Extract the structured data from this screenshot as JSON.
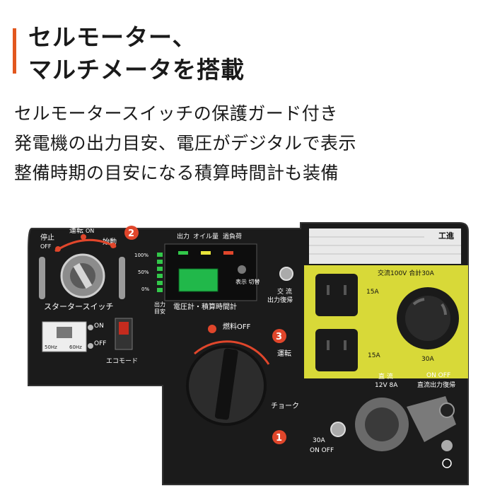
{
  "heading": {
    "line1": "セルモーター、",
    "line2": "マルチメータを搭載"
  },
  "bullets": [
    "セルモータースイッチの保護ガード付き",
    "発電機の出力目安、電圧がデジタルで表示",
    "整備時期の目安になる積算時間計も装備"
  ],
  "colors": {
    "accent": "#e2571e",
    "panel": "#1b1b1b",
    "outlet_panel": "#d8d938",
    "badge": "#e0462b",
    "lamp_green": "#32c84a",
    "display": "#21b84a"
  },
  "panel": {
    "starter": {
      "stop": "停止",
      "stop_en": "OFF",
      "run": "運転",
      "run_en": "ON",
      "start": "始動",
      "label": "スタータースイッチ",
      "badge": "2"
    },
    "meter": {
      "header": [
        "出力",
        "オイル量",
        "過負荷"
      ],
      "scale": [
        "100%",
        "50%",
        "0%"
      ],
      "side_label_1": "出力",
      "side_label_2": "目安",
      "display_button": "表示\n切替",
      "caption": "電圧計・積算時間計"
    },
    "reset": {
      "label_1": "交 流",
      "label_2": "出力復帰"
    },
    "freq": {
      "hz50": "50Hz",
      "hz60": "60Hz"
    },
    "eco": {
      "on": "ON",
      "off": "OFF",
      "label": "エコモード"
    },
    "fuel": {
      "label": "燃料OFF",
      "run": "運転",
      "choke": "チョーク",
      "badge_run": "3",
      "badge_choke": "1"
    },
    "ac": {
      "title": "交流100V 合計30A",
      "outlet_1": "15A",
      "outlet_2": "15A",
      "twist_lock": "30A"
    },
    "dc": {
      "label_1": "直 流",
      "label_2": "12V 8A",
      "breaker": "ON  OFF",
      "breaker_label": "直流出力復帰"
    },
    "breaker30": {
      "amp": "30A",
      "state": "ON  OFF"
    },
    "brand": "工進"
  }
}
